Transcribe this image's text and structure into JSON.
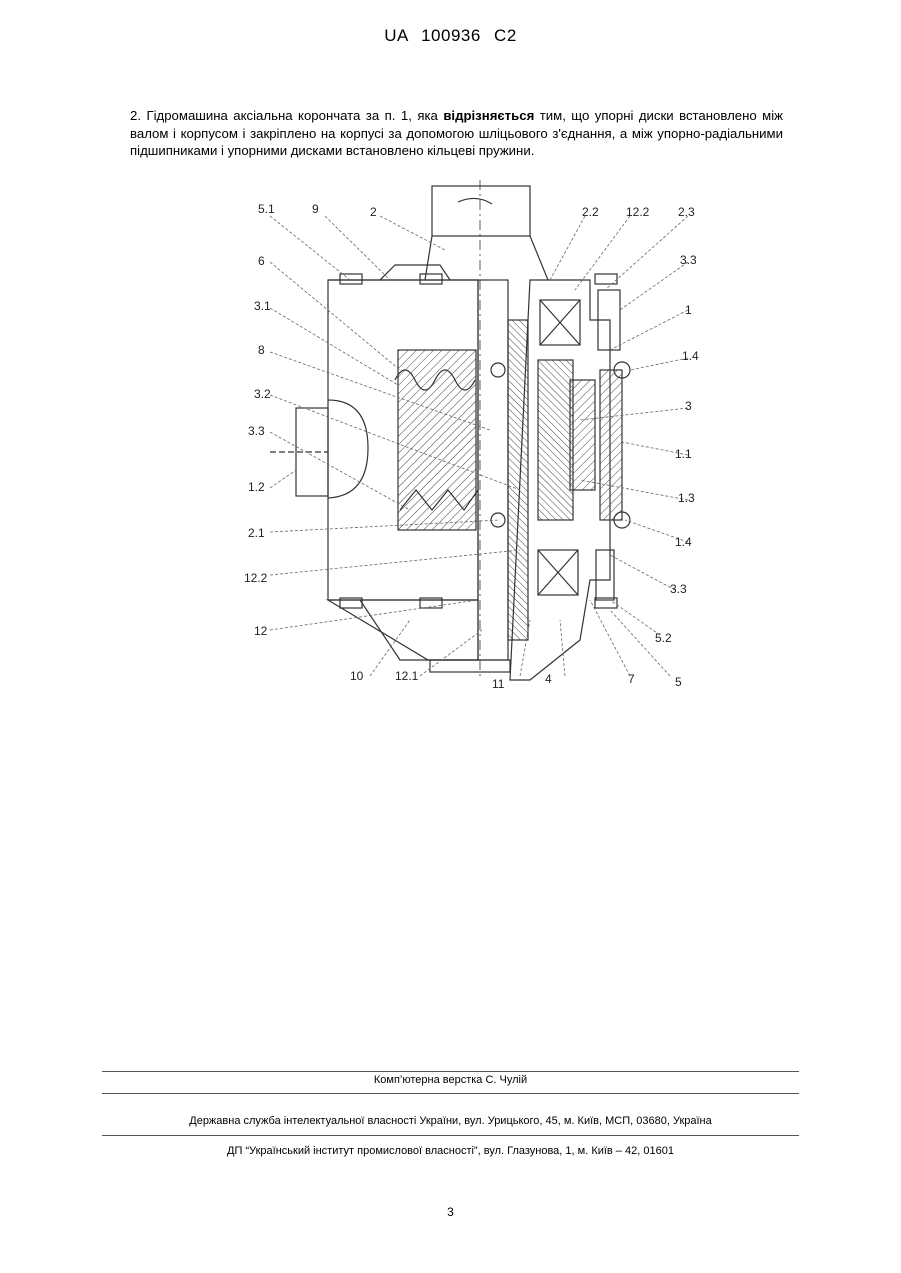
{
  "header": {
    "publication": "UA   100936   C2"
  },
  "claim": {
    "lead": "2. Гідромашина аксіальна корончата за п. 1, яка ",
    "emphasis": "відрізняється",
    "tail": " тим, що упорні диски встановлено між валом і корпусом і закріплено на корпусі за допомогою шліцьового з'єднання, а між упорно-радіальними підшипниками і упорними дисками встановлено кільцеві пружини."
  },
  "figure": {
    "labels": {
      "l_5_1": "5.1",
      "l_9": "9",
      "l_2": "2",
      "l_2_2": "2.2",
      "l_12_2_top": "12.2",
      "l_2_3": "2.3",
      "l_6": "6",
      "l_3_3_top": "3.3",
      "l_3_1": "3.1",
      "l_1": "1",
      "l_8": "8",
      "l_1_4_top": "1.4",
      "l_3_2": "3.2",
      "l_3": "3",
      "l_3_3_left": "3.3",
      "l_1_1": "1.1",
      "l_1_2": "1.2",
      "l_1_3": "1.3",
      "l_2_1": "2.1",
      "l_1_4_bot": "1.4",
      "l_12_2_bot": "12.2",
      "l_3_3_right": "3.3",
      "l_12": "12",
      "l_5_2": "5.2",
      "l_10": "10",
      "l_12_1": "12.1",
      "l_11": "11",
      "l_4": "4",
      "l_7": "7",
      "l_5": "5"
    }
  },
  "footer": {
    "layout_credit": "Комп’ютерна верстка С. Чулій",
    "agency": "Державна служба інтелектуальної власності України, вул. Урицького, 45, м. Київ, МСП, 03680, Україна",
    "institute": "ДП “Український інститут промислової власності”, вул. Глазунова, 1, м. Київ – 42, 01601"
  },
  "page_number": "3"
}
